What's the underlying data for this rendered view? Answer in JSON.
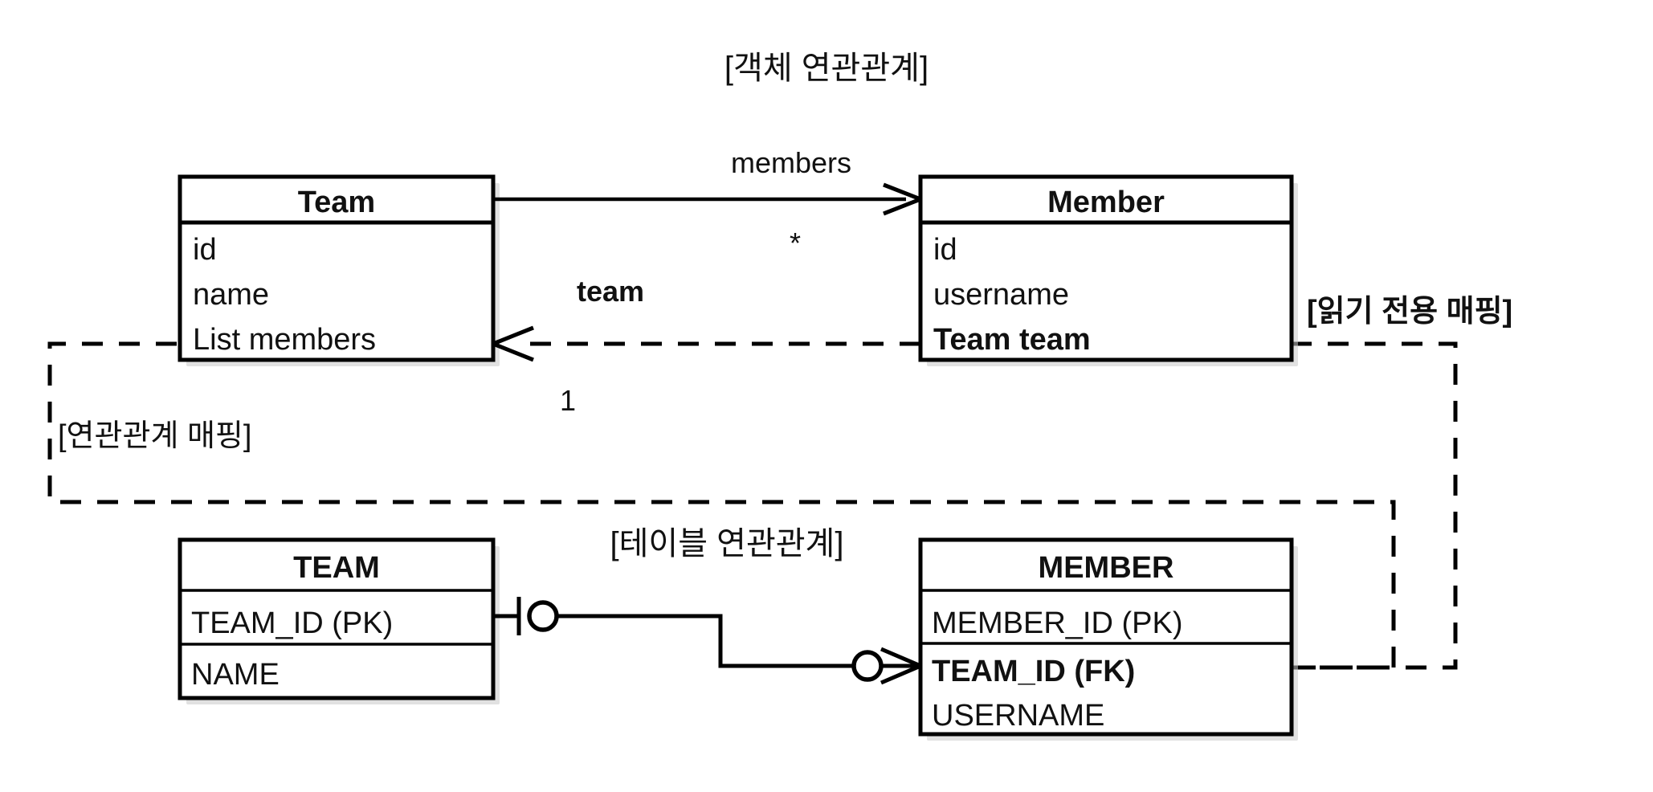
{
  "diagram": {
    "title": "[객체 연관관계]",
    "object_model": {
      "classes": [
        {
          "name": "Team",
          "attributes": [
            {
              "text": "id",
              "bold": false
            },
            {
              "text": "name",
              "bold": false
            },
            {
              "text": "List members",
              "bold": false
            }
          ]
        },
        {
          "name": "Member",
          "attributes": [
            {
              "text": "id",
              "bold": false
            },
            {
              "text": "username",
              "bold": false
            },
            {
              "text": "Team team",
              "bold": true
            }
          ]
        }
      ],
      "associations": [
        {
          "label": "members",
          "multiplicity": "*",
          "from": "Team",
          "to": "Member",
          "style": "solid"
        },
        {
          "label": "team",
          "multiplicity": "1",
          "from": "Member",
          "to": "Team",
          "style": "dashed"
        }
      ]
    },
    "table_model": {
      "title": "[테이블 연관관계]",
      "tables": [
        {
          "name": "TEAM",
          "groups": [
            [
              {
                "text": "TEAM_ID (PK)",
                "bold": false
              }
            ],
            [
              {
                "text": "NAME",
                "bold": false
              }
            ]
          ]
        },
        {
          "name": "MEMBER",
          "groups": [
            [
              {
                "text": "MEMBER_ID (PK)",
                "bold": false
              }
            ],
            [
              {
                "text": "TEAM_ID (FK)",
                "bold": true
              },
              {
                "text": "USERNAME",
                "bold": false
              }
            ]
          ]
        }
      ],
      "relationship": {
        "left_cardinality": "one-mandatory-optional",
        "right_cardinality": "many-optional"
      }
    },
    "notes": [
      {
        "text": "[연관관계 매핑]",
        "bold": false
      },
      {
        "text": "[읽기 전용 매핑]",
        "bold": true
      }
    ],
    "colors": {
      "stroke": "#000000",
      "fill": "#ffffff",
      "shadow": "#c9c9c9"
    }
  }
}
